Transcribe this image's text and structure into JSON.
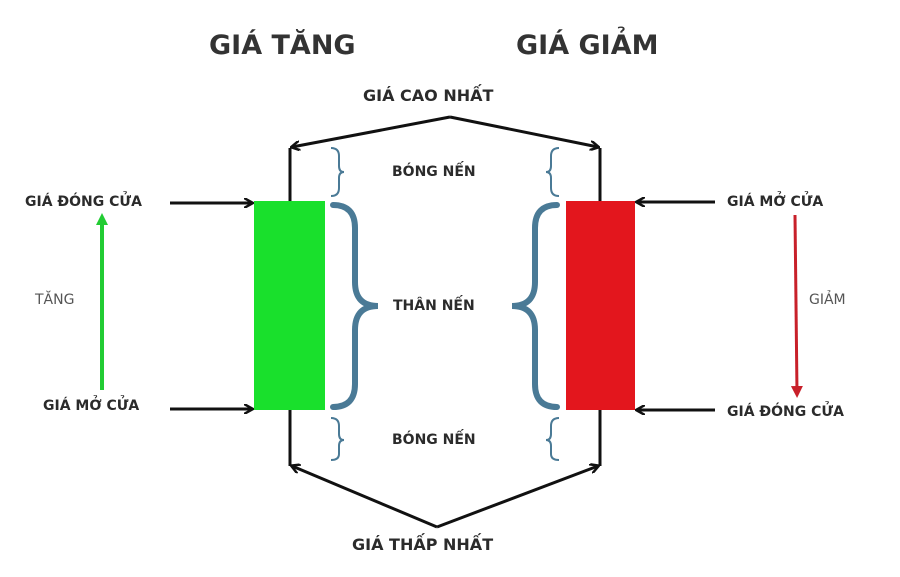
{
  "titles": {
    "bullish": "GIÁ TĂNG",
    "bearish": "GIÁ GIẢM"
  },
  "labels": {
    "high": "GIÁ CAO NHẤT",
    "low": "GIÁ THẤP NHẤT",
    "upper_shadow": "BÓNG NẾN",
    "lower_shadow": "BÓNG NẾN",
    "body": "THÂN NẾN"
  },
  "bullish": {
    "close_label": "GIÁ ĐÓNG CỬA",
    "open_label": "GIÁ MỞ CỬA",
    "direction_label": "TĂNG",
    "color": "#19e02c",
    "arrow_color": "#22cc33"
  },
  "bearish": {
    "open_label": "GIÁ MỞ CỬA",
    "close_label": "GIÁ ĐÓNG CỬA",
    "direction_label": "GIẢM",
    "color": "#e3161d",
    "arrow_color": "#c8202a"
  },
  "colors": {
    "brace": "#4a7a96",
    "line": "#111111"
  }
}
